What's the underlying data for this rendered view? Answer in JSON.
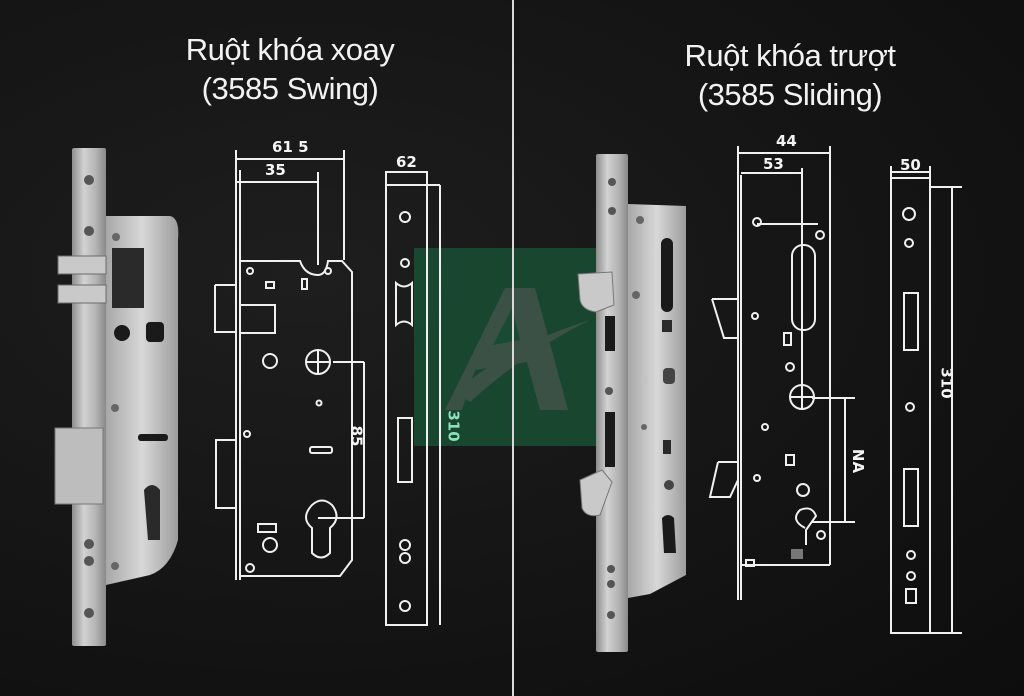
{
  "panels": [
    {
      "id": "swing",
      "title_line1": "Ruột khóa xoay",
      "title_line2": "(3585 Swing)",
      "dimensions": {
        "overall_width": "61 5",
        "backset": "35",
        "faceplate_width": "62",
        "center_distance": "85",
        "faceplate_length": "310"
      }
    },
    {
      "id": "sliding",
      "title_line1": "Ruột khóa trượt",
      "title_line2": "(3585 Sliding)",
      "dimensions": {
        "overall_width": "44",
        "backset": "53",
        "faceplate_width": "50",
        "center_distance": "NA",
        "faceplate_length": "310"
      }
    }
  ],
  "watermark": {
    "logo_letter": "A",
    "brand_color": "#185034"
  },
  "colors": {
    "background": "#141414",
    "line": "#f0f0f0",
    "steel": "#b9b9b9",
    "divider": "#d9d9d9"
  }
}
